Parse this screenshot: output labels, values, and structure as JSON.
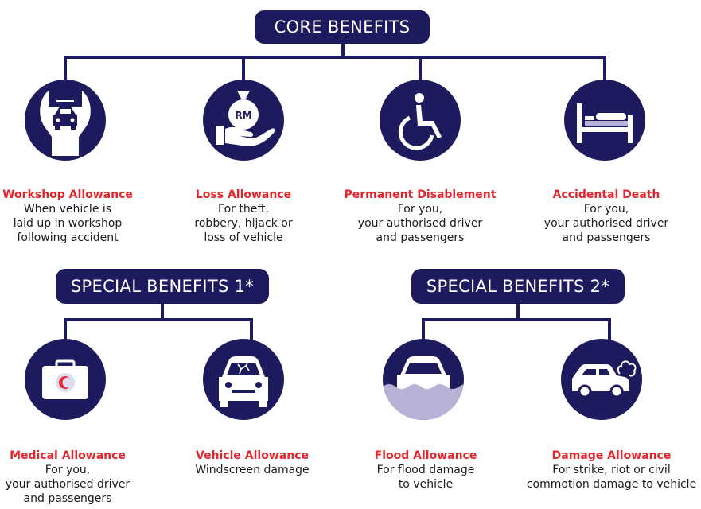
{
  "headers": {
    "core": "CORE BENEFITS",
    "special1": "SPECIAL BENEFITS 1*",
    "special2": "SPECIAL BENEFITS 2*"
  },
  "core_items": [
    {
      "title": "Workshop Allowance",
      "desc": "When vehicle is\nlaid up in workshop\nfollowing accident",
      "icon": "wrench-car-icon"
    },
    {
      "title": "Loss Allowance",
      "desc": "For theft,\nrobbery, hijack or\nloss of vehicle",
      "icon": "hand-money-bag-icon",
      "icon_text": "RM"
    },
    {
      "title": "Permanent Disablement",
      "desc": "For you,\nyour authorised driver\nand passengers",
      "icon": "wheelchair-icon"
    },
    {
      "title": "Accidental Death",
      "desc": "For you,\nyour authorised driver\nand passengers",
      "icon": "bed-icon"
    }
  ],
  "special1_items": [
    {
      "title": "Medical Allowance",
      "desc": "For you,\nyour authorised driver\nand passengers",
      "icon": "medical-kit-icon"
    },
    {
      "title": "Vehicle Allowance",
      "desc": "Windscreen damage",
      "icon": "cracked-windscreen-car-icon"
    }
  ],
  "special2_items": [
    {
      "title": "Flood Allowance",
      "desc": "For flood damage\nto vehicle",
      "icon": "flooded-car-icon"
    },
    {
      "title": "Damage Allowance",
      "desc": "For strike, riot or civil\ncommotion damage to vehicle",
      "icon": "smoking-car-icon"
    }
  ],
  "colors": {
    "navy": "#1d1b5e",
    "accent_red": "#e4262c",
    "flood_lavender": "#b8b2d6",
    "light_lavender": "#e0dcef"
  }
}
